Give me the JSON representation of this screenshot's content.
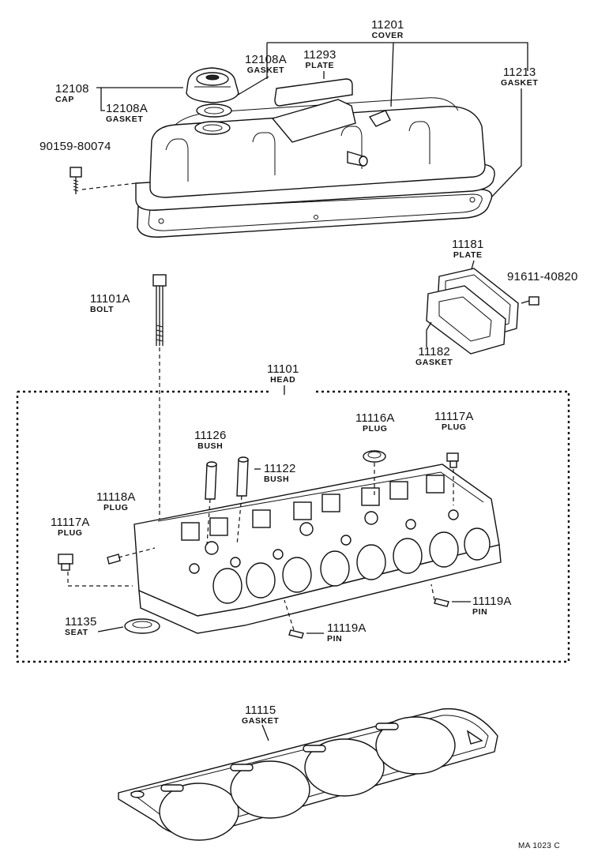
{
  "parts": {
    "cover": {
      "number": "11201",
      "name": "COVER"
    },
    "gasket_plate": {
      "number": "12108A",
      "name": "GASKET"
    },
    "plate_cover": {
      "number": "11293",
      "name": "PLATE"
    },
    "cover_gasket": {
      "number": "11213",
      "name": "GASKET"
    },
    "cap": {
      "number": "12108",
      "name": "CAP"
    },
    "cap_gasket": {
      "number": "12108A",
      "name": "GASKET"
    },
    "cover_bolt": {
      "number": "90159-80074",
      "name": ""
    },
    "rear_plate": {
      "number": "11181",
      "name": "PLATE"
    },
    "plate_bolt": {
      "number": "91611-40820",
      "name": ""
    },
    "head_bolt": {
      "number": "11101A",
      "name": "BOLT"
    },
    "rear_gasket": {
      "number": "11182",
      "name": "GASKET"
    },
    "head": {
      "number": "11101",
      "name": "HEAD"
    },
    "plug_top": {
      "number": "11116A",
      "name": "PLUG"
    },
    "plug_right": {
      "number": "11117A",
      "name": "PLUG"
    },
    "bush_a": {
      "number": "11126",
      "name": "BUSH"
    },
    "bush_b": {
      "number": "11122",
      "name": "BUSH"
    },
    "plug_small": {
      "number": "11118A",
      "name": "PLUG"
    },
    "plug_left": {
      "number": "11117A",
      "name": "PLUG"
    },
    "pin_right": {
      "number": "11119A",
      "name": "PIN"
    },
    "seat": {
      "number": "11135",
      "name": "SEAT"
    },
    "pin_bottom": {
      "number": "11119A",
      "name": "PIN"
    },
    "head_gasket": {
      "number": "11115",
      "name": "GASKET"
    }
  },
  "drawing_code": "MA 1023 C"
}
